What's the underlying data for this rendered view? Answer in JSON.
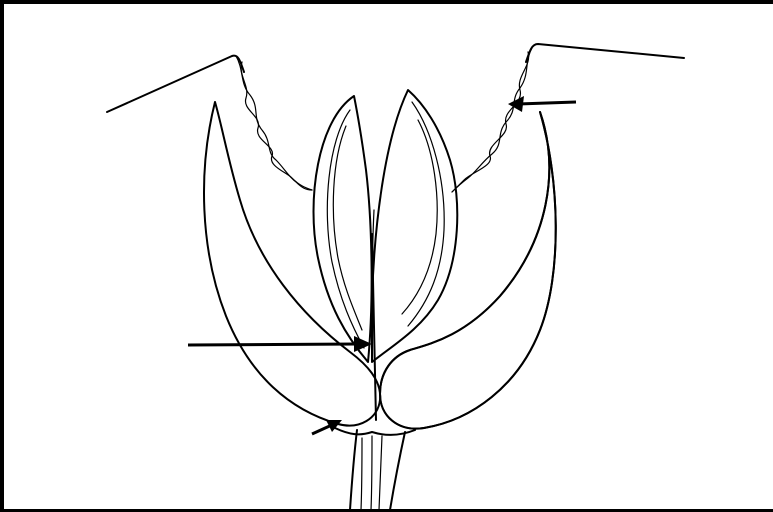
{
  "figure": {
    "border_color": "#000000",
    "background": "#ffffff",
    "line_color": "#000000",
    "parts": [
      "wire-left",
      "wire-right",
      "petal-left",
      "petal-right",
      "hatched-sepal-left",
      "hatched-sepal-right",
      "stem"
    ],
    "arrows": [
      "arrow-right-wire",
      "arrow-center-seam",
      "arrow-base-junction"
    ]
  }
}
